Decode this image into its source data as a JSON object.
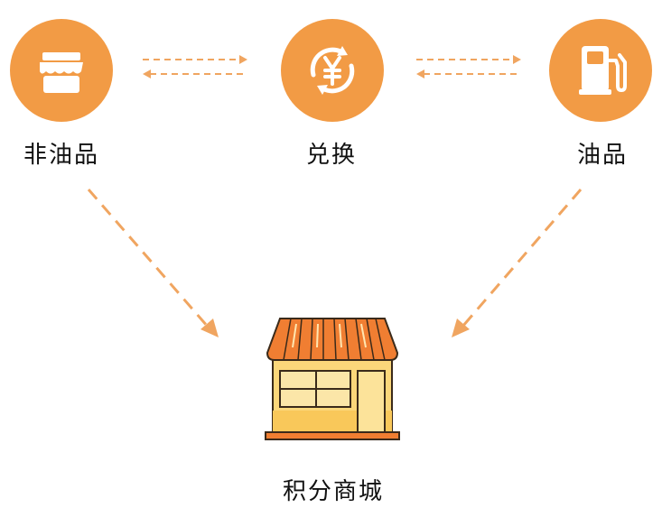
{
  "nodes": {
    "non_oil": {
      "label": "非油品",
      "icon": "storefront-icon"
    },
    "exchange": {
      "label": "兑换",
      "icon": "yen-exchange-icon"
    },
    "oil": {
      "label": "油品",
      "icon": "fuel-pump-icon"
    },
    "mall": {
      "label": "积分商城",
      "icon": "shop-building-icon"
    }
  },
  "colors": {
    "accent": "#F29B45",
    "arrow": "#F0A560",
    "roof": "#F07E32",
    "wall": "#FBD77A",
    "outline": "#3A2A1A"
  }
}
